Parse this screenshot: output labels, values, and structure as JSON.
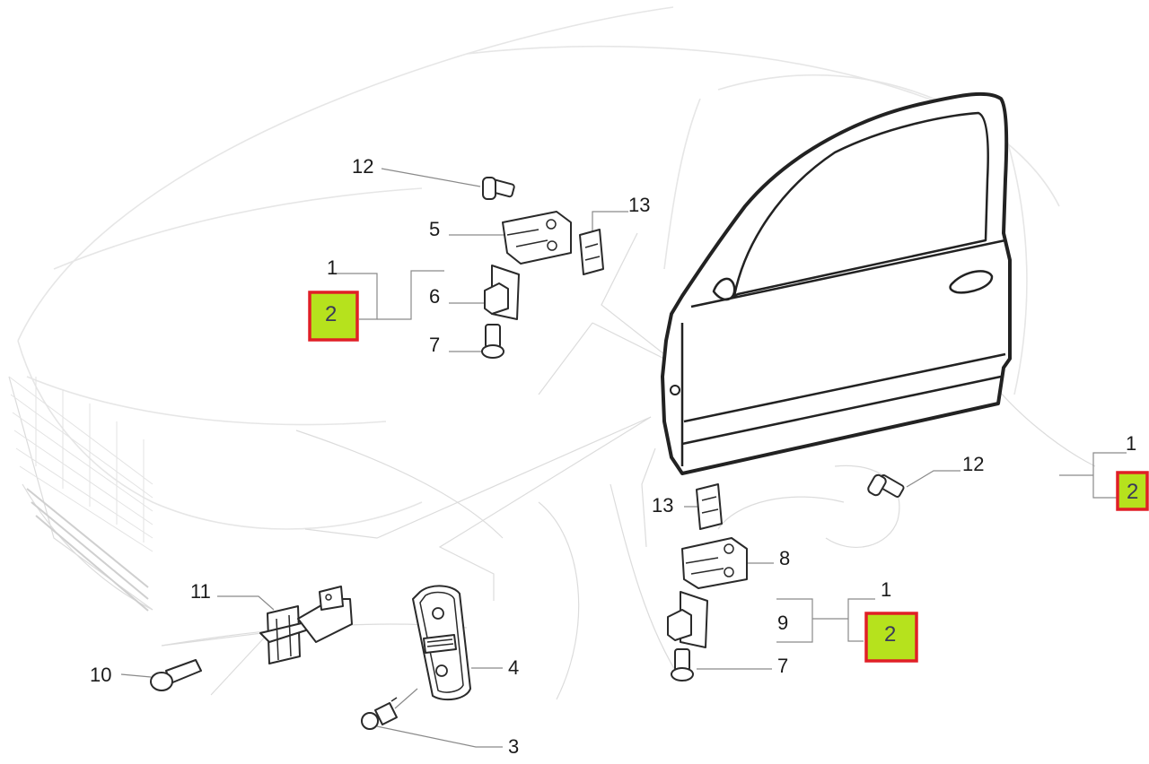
{
  "callouts": {
    "c12_top": "12",
    "c5": "5",
    "c13_top": "13",
    "c1_left": "1",
    "c6": "6",
    "c7_top": "7",
    "c1_right": "1",
    "c12_right": "12",
    "c13_mid": "13",
    "c8": "8",
    "c1_mid": "1",
    "c9": "9",
    "c7_bottom": "7",
    "c11": "11",
    "c10": "10",
    "c4": "4",
    "c3": "3"
  },
  "highlights": [
    {
      "label": "2"
    },
    {
      "label": "2"
    },
    {
      "label": "2"
    }
  ],
  "colors": {
    "highlight_fill": "#b6e21d",
    "highlight_border": "#e01f26"
  }
}
